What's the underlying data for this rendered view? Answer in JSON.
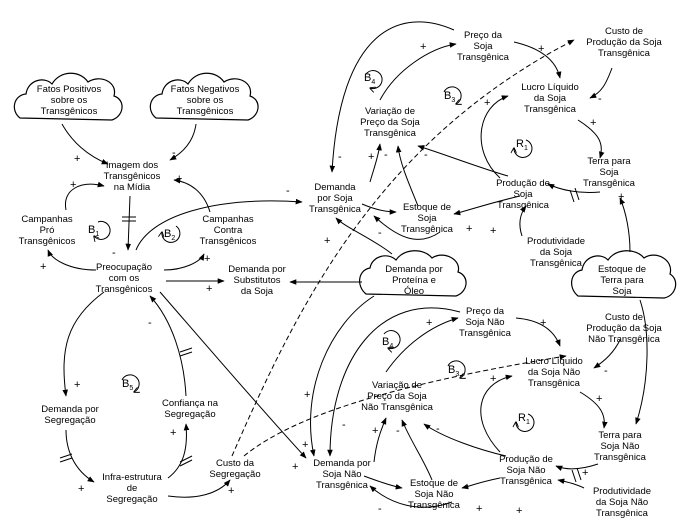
{
  "nodes": {
    "fatos_positivos": "Fatos Positivos\nsobre os\nTransgênicos",
    "fatos_negativos": "Fatos Negativos\nsobre os\nTransgênicos",
    "imagem": "Imagem dos\nTransgênicos\nna Mídia",
    "campanhas_pro": "Campanhas\nPró\nTransgênicos",
    "campanhas_contra": "Campanhas\nContra\nTransgênicos",
    "preocupacao": "Preocupação\ncom os\nTransgênicos",
    "demanda_substitutos": "Demanda por\nSubstitutos\nda Soja",
    "demanda_proteina": "Demanda por\nProteína e\nÓleo",
    "demanda_segregacao": "Demanda por\nSegregação",
    "confianca": "Confiança na\nSegregação",
    "infra": "Infra-estrutura\nde\nSegregação",
    "custo_segregacao": "Custo da\nSegregação",
    "preco_t": "Preço da\nSoja\nTransgênica",
    "custo_prod_t": "Custo de\nProdução da Soja\nTransgênica",
    "variacao_t": "Variação de\nPreço da Soja\nTransgênica",
    "lucro_t": "Lucro Líquido\nda Soja\nTransgênica",
    "demanda_t": "Demanda\npor Soja\nTransgênica",
    "estoque_t": "Estoque de\nSoja\nTransgênica",
    "producao_t": "Produção de\nSoja\nTransgênica",
    "terra_t": "Terra para\nSoja\nTransgênica",
    "produtividade_t": "Produtividade\nda Soja\nTransgênica",
    "estoque_terra": "Estoque de\nTerra para\nSoja",
    "preco_nt": "Preço da\nSoja Não\nTransgênica",
    "custo_prod_nt": "Custo de\nProdução da Soja\nNão Transgênica",
    "variacao_nt": "Variação de\nPreço da Soja\nNão Transgênica",
    "lucro_nt": "Lucro Líquido\nda Soja Não\nTransgênica",
    "demanda_nt": "Demanda por\nSoja Não\nTransgênica",
    "estoque_nt": "Estoque de\nSoja Não\nTransgênica",
    "producao_nt": "Produção de\nSoja Não\nTransgênica",
    "terra_nt": "Terra para\nSoja Não\nTransgênica",
    "produtividade_nt": "Produtividade\nda Soja Não\nTransgênica"
  },
  "loops": {
    "b1": {
      "letter": "B",
      "num": "1"
    },
    "b2": {
      "letter": "B",
      "num": "2"
    },
    "b5": {
      "letter": "B",
      "num": "5"
    },
    "b4_t": {
      "letter": "B",
      "num": "4"
    },
    "b3_t": {
      "letter": "B",
      "num": "3"
    },
    "r1_t": {
      "letter": "R",
      "num": "1"
    },
    "b4_nt": {
      "letter": "B",
      "num": "4"
    },
    "b3_nt": {
      "letter": "B",
      "num": "3"
    },
    "r1_nt": {
      "letter": "R",
      "num": "1"
    }
  },
  "signs": {
    "plus": "+",
    "minus": "-"
  }
}
